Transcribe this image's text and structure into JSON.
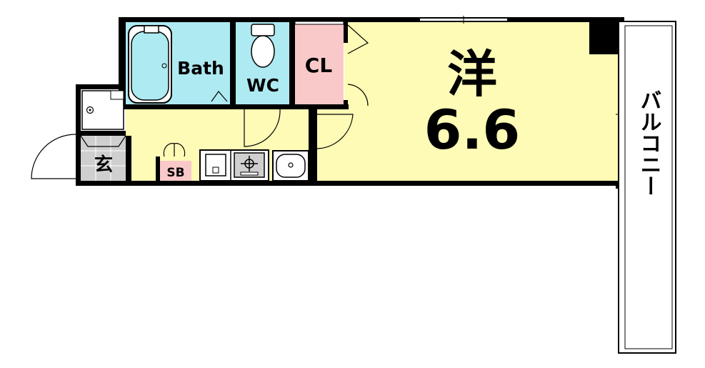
{
  "rooms": {
    "bath": "Bath",
    "wc": "WC",
    "closet": "CL",
    "western_room": "洋",
    "western_room_size": "6.6",
    "entrance": "玄",
    "shoe_box": "SB",
    "balcony": "バルコニー"
  },
  "colors": {
    "western_room": "#fdfbb5",
    "corridor": "#fdfbb5",
    "bath": "#aeeaf2",
    "wc": "#aeeaf2",
    "closet": "#f9c9c9",
    "shoe_box": "#f9c9c9",
    "entrance": "#cfcfcf",
    "wall": "#000000"
  }
}
